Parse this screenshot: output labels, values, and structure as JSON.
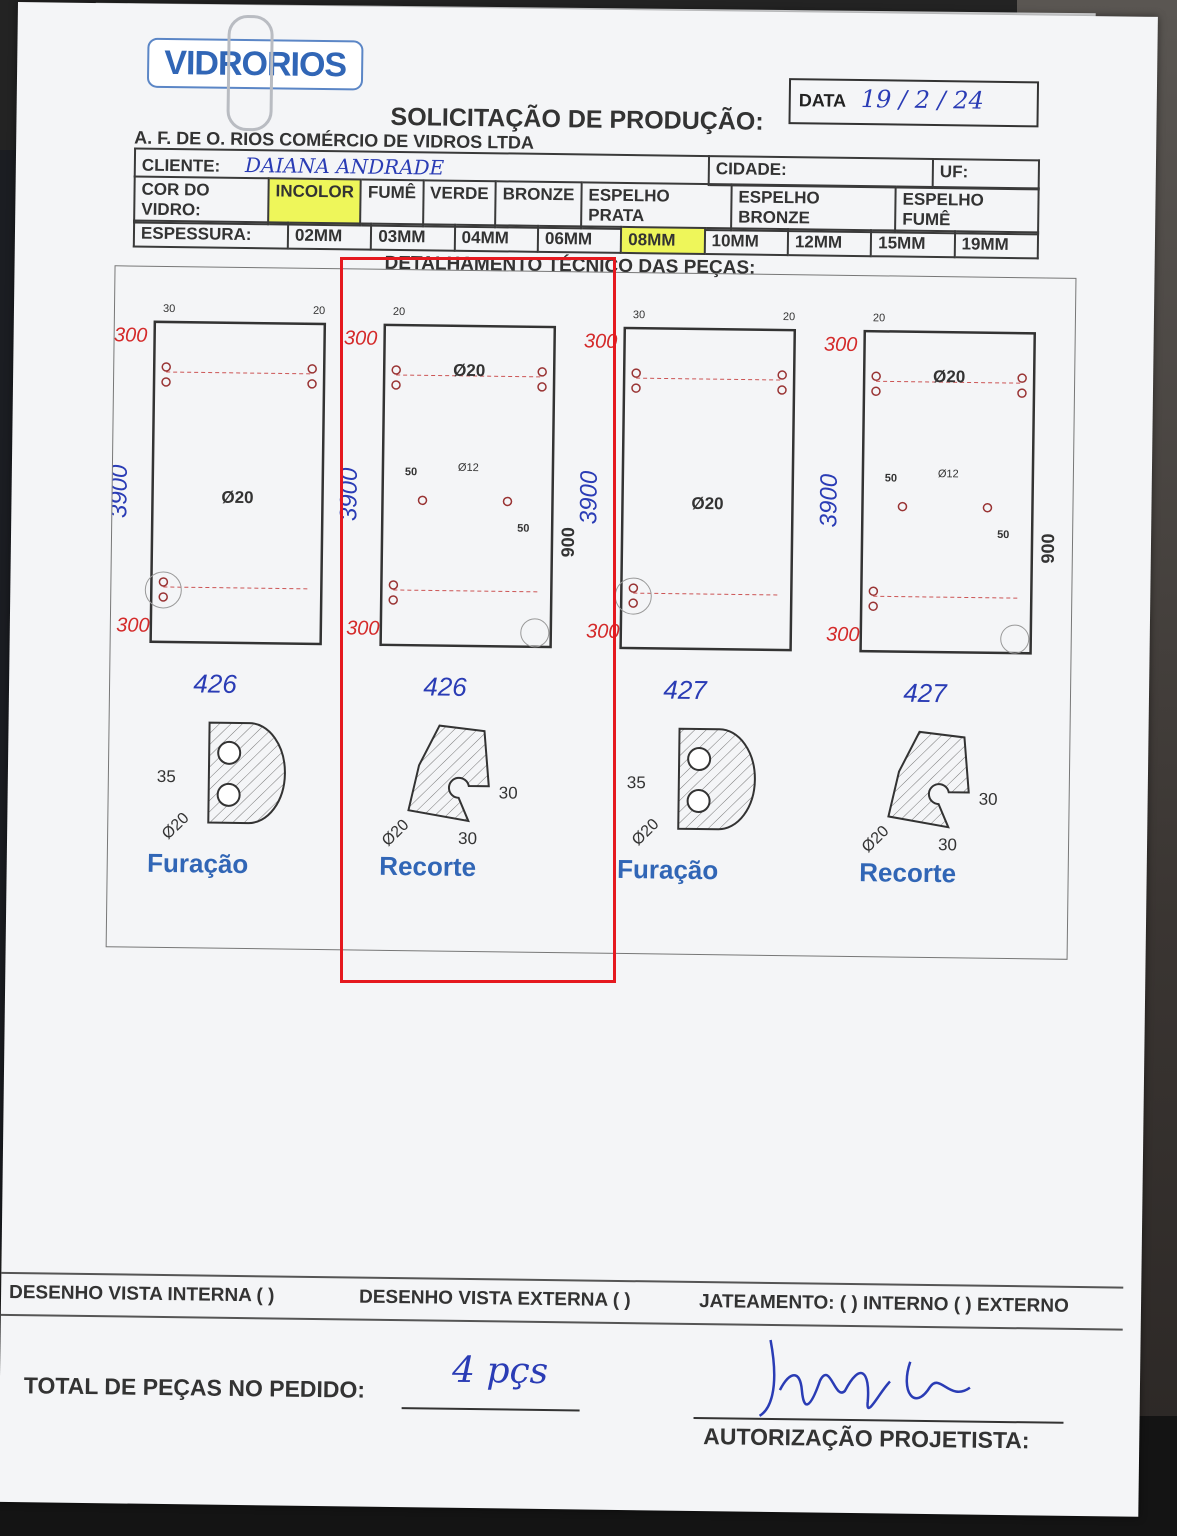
{
  "logo": "VIDRORIOS",
  "date": {
    "label": "DATA",
    "value": "19 / 2 / 24"
  },
  "title": "SOLICITAÇÃO DE PRODUÇÃO:",
  "company": "A. F. DE O. RIOS COMÉRCIO DE VIDROS LTDA",
  "client": {
    "label": "CLIENTE:",
    "value": "DAIANA ANDRADE",
    "city_label": "CIDADE:",
    "uf_label": "UF:"
  },
  "glass_color": {
    "label": "COR DO VIDRO:",
    "options": [
      "INCOLOR",
      "FUMÊ",
      "VERDE",
      "BRONZE",
      "ESPELHO PRATA",
      "ESPELHO BRONZE",
      "ESPELHO FUMÊ"
    ],
    "selected": "INCOLOR"
  },
  "thickness": {
    "label": "ESPESSURA:",
    "options": [
      "02MM",
      "03MM",
      "04MM",
      "06MM",
      "08MM",
      "10MM",
      "12MM",
      "15MM",
      "19MM"
    ],
    "selected": "08MM"
  },
  "section_title": "DETALHAMENTO TÉCNICO DAS PEÇAS:",
  "pieces": [
    {
      "width": "426",
      "height": "3900",
      "top": "300",
      "bottom": "300",
      "hole": "Ø20",
      "side_dims": [
        "30",
        "20"
      ],
      "detail_label": "Furação"
    },
    {
      "width": "426",
      "height": "3900",
      "top": "300",
      "bottom": "300",
      "hole": "Ø20",
      "small_hole": "Ø12",
      "cut_dims": [
        "50",
        "50",
        "900"
      ],
      "side_dims": [
        "20"
      ],
      "detail_label": "Recorte"
    },
    {
      "width": "427",
      "height": "3900",
      "top": "300",
      "bottom": "300",
      "hole": "Ø20",
      "side_dims": [
        "30",
        "20"
      ],
      "detail_label": "Furação"
    },
    {
      "width": "427",
      "height": "3900",
      "top": "300",
      "bottom": "300",
      "hole": "Ø20",
      "small_hole": "Ø12",
      "cut_dims": [
        "50",
        "50",
        "900"
      ],
      "side_dims": [
        "20"
      ],
      "detail_label": "Recorte"
    }
  ],
  "details": {
    "furacao_dims": [
      "35",
      "Ø20"
    ],
    "recorte_dims": [
      "30",
      "30",
      "Ø20"
    ]
  },
  "views": {
    "internal": "DESENHO VISTA INTERNA ( )",
    "external": "DESENHO VISTA EXTERNA ( )",
    "jateamento": "JATEAMENTO: ( ) INTERNO ( ) EXTERNO"
  },
  "total": {
    "label": "TOTAL DE PEÇAS NO PEDIDO:",
    "value": "4 pçs"
  },
  "authorization": {
    "label": "AUTORIZAÇÃO PROJETISTA:"
  },
  "colors": {
    "ink_blue": "#2a3cb5",
    "ink_red": "#d42a2a",
    "highlight": "#eef65a",
    "logo_blue": "#3166b6"
  }
}
